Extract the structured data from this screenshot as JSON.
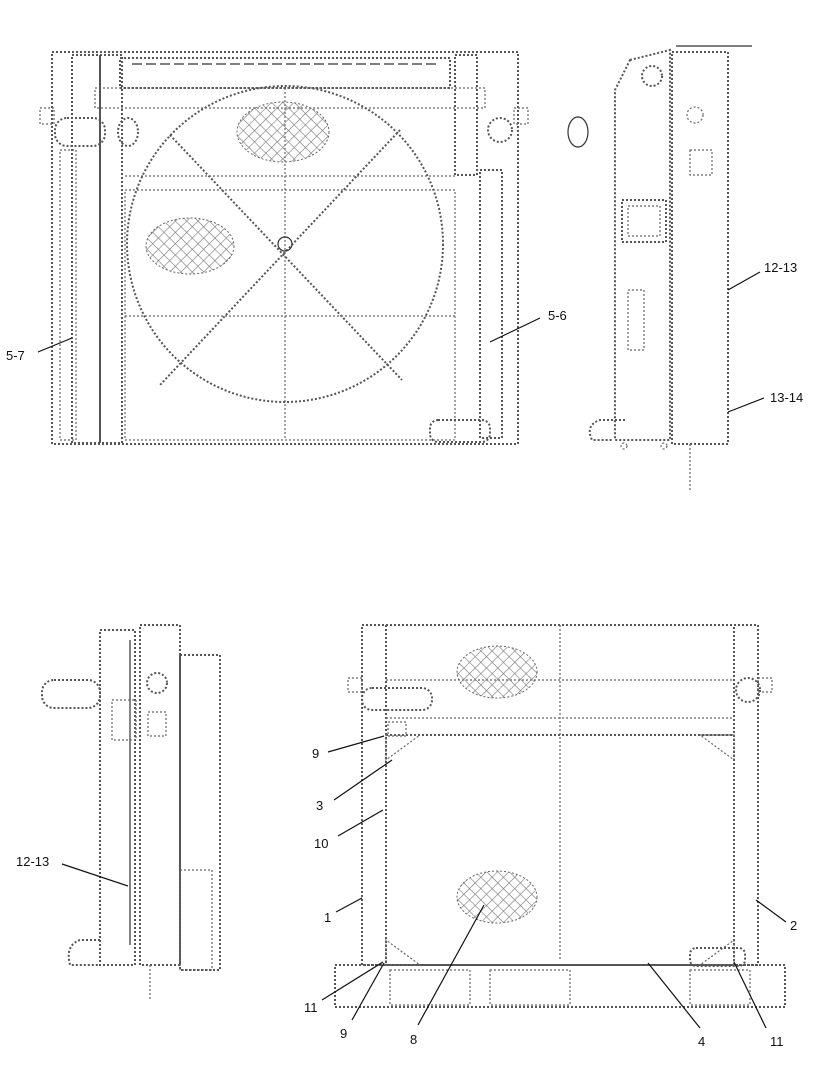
{
  "callouts": {
    "c57": "5-7",
    "c56": "5-6",
    "c1213a": "12-13",
    "c1314": "13-14",
    "c1213b": "12-13",
    "c9a": "9",
    "c3": "3",
    "c10": "10",
    "c1": "1",
    "c2": "2",
    "c11a": "11",
    "c9b": "9",
    "c8": "8",
    "c4": "4",
    "c11b": "11"
  },
  "colors": {
    "linework": "#555555",
    "text": "#111111",
    "background": "#ffffff"
  }
}
